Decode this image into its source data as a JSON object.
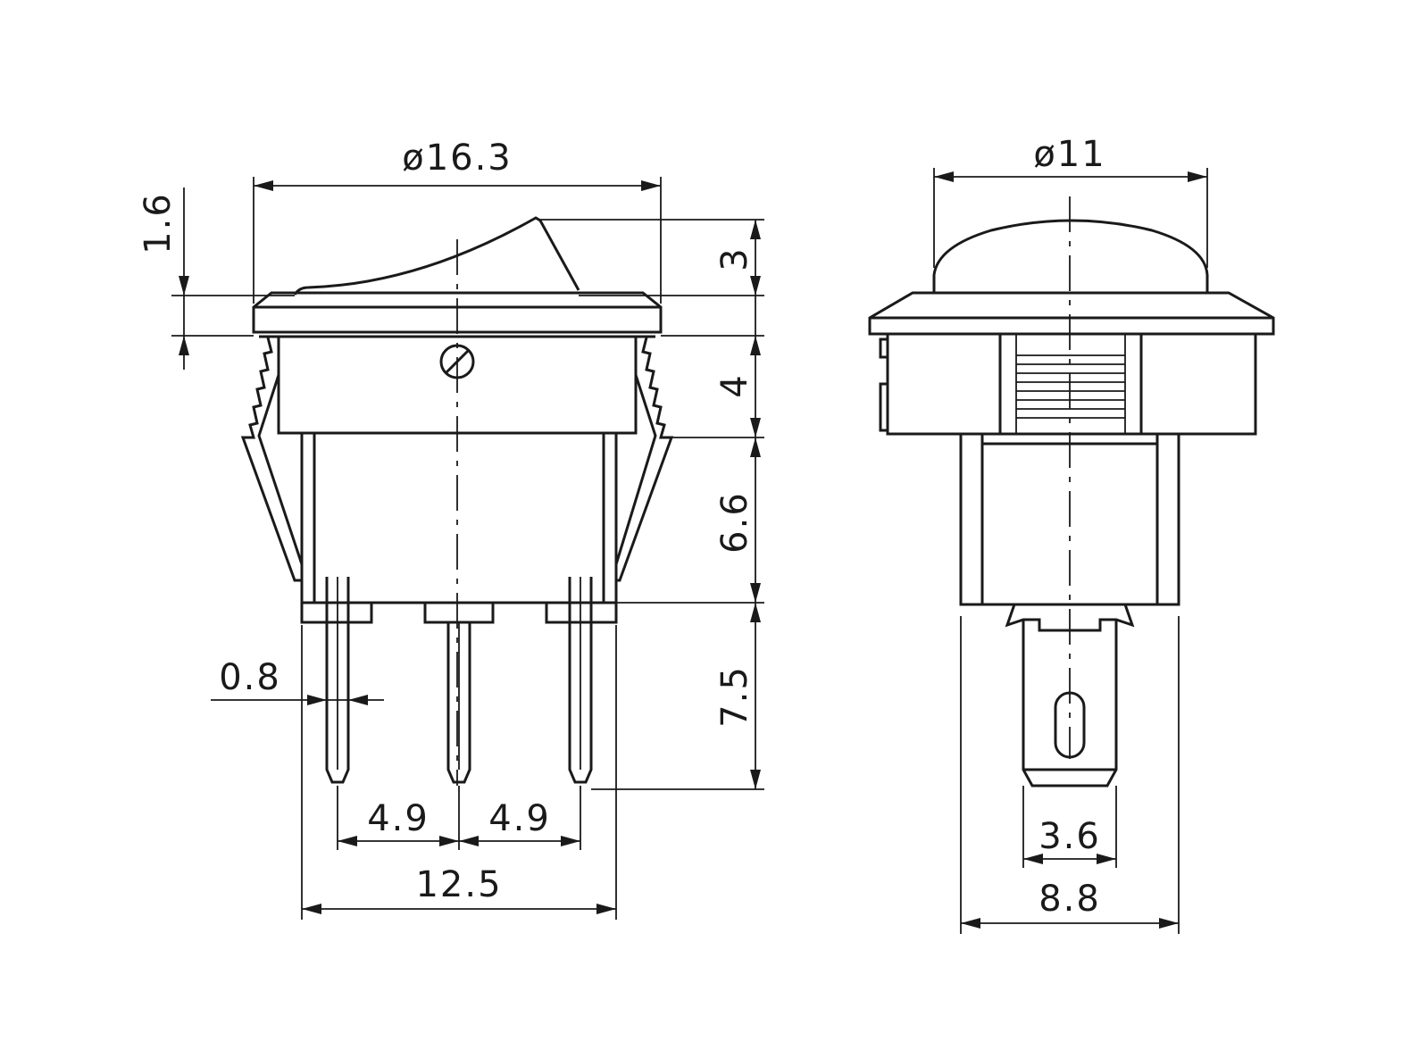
{
  "drawing": {
    "side_view": {
      "overall_diameter": "ø16.3",
      "flange_thickness": "1.6",
      "rocker_height": "3",
      "body_height": "4",
      "base_height": "6.6",
      "pin_length": "7.5",
      "pin_width": "0.8",
      "pin_pitch_left": "4.9",
      "pin_pitch_right": "4.9",
      "base_width": "12.5"
    },
    "front_view": {
      "dome_diameter": "ø11",
      "terminal_width": "3.6",
      "base_width": "8.8"
    }
  }
}
